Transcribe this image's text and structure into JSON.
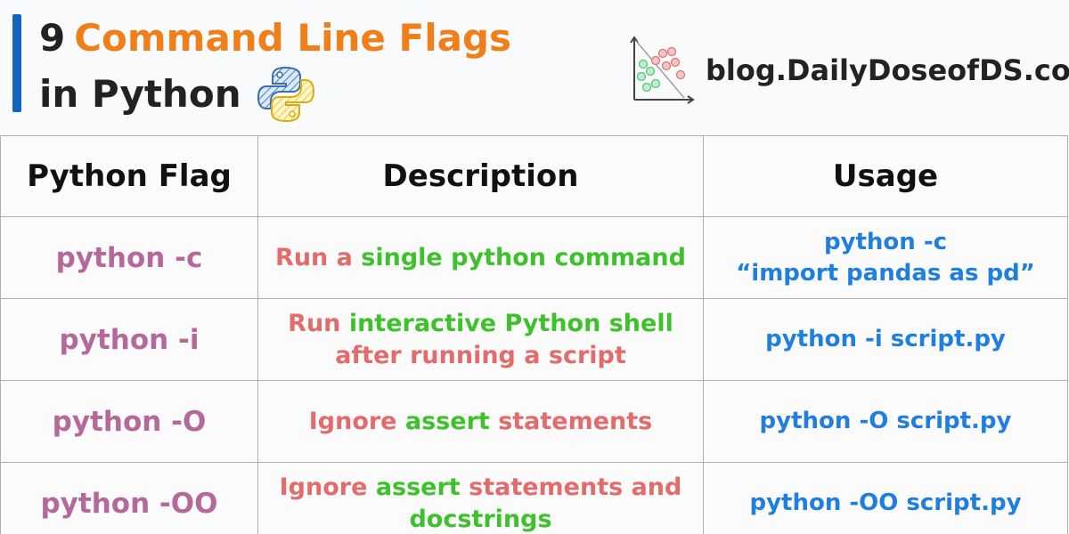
{
  "header": {
    "title_number": "9",
    "title_highlight": "Command Line Flags",
    "title_line2": "in Python",
    "brand": "blog.DailyDoseofDS.com"
  },
  "colors": {
    "accent_bar": "#1565c0",
    "title_highlight": "#f07f1a",
    "flag_text": "#b5689a",
    "desc_red": "#e36b6b",
    "desc_green": "#3ec22b",
    "usage_blue": "#1e7fe0"
  },
  "icons": [
    "python-logo-icon",
    "scatter-plot-logo-icon"
  ],
  "table": {
    "headers": [
      "Python Flag",
      "Description",
      "Usage"
    ],
    "rows": [
      {
        "flag": "python -c",
        "desc_line1_a": "Run a ",
        "desc_line1_b": "single python command",
        "desc_line2_a": "",
        "desc_line2_b": "",
        "usage_line1": "python -c",
        "usage_line2": "“import pandas as pd”"
      },
      {
        "flag": "python -i",
        "desc_line1_a": "Run ",
        "desc_line1_b": "interactive Python shell",
        "desc_line2_a": "after running a script",
        "desc_line2_b": "",
        "usage_line1": "python -i script.py",
        "usage_line2": ""
      },
      {
        "flag": "python -O",
        "desc_line1_a": "Ignore ",
        "desc_line1_b": "assert",
        "desc_line1_c": " statements",
        "usage_line1": "python -O script.py",
        "usage_line2": ""
      },
      {
        "flag": "python -OO",
        "desc_line1_a": "Ignore ",
        "desc_line1_b": "assert",
        "desc_line1_c": " statements and",
        "desc_line2_b": "docstrings",
        "usage_line1": "python -OO script.py",
        "usage_line2": ""
      }
    ]
  }
}
